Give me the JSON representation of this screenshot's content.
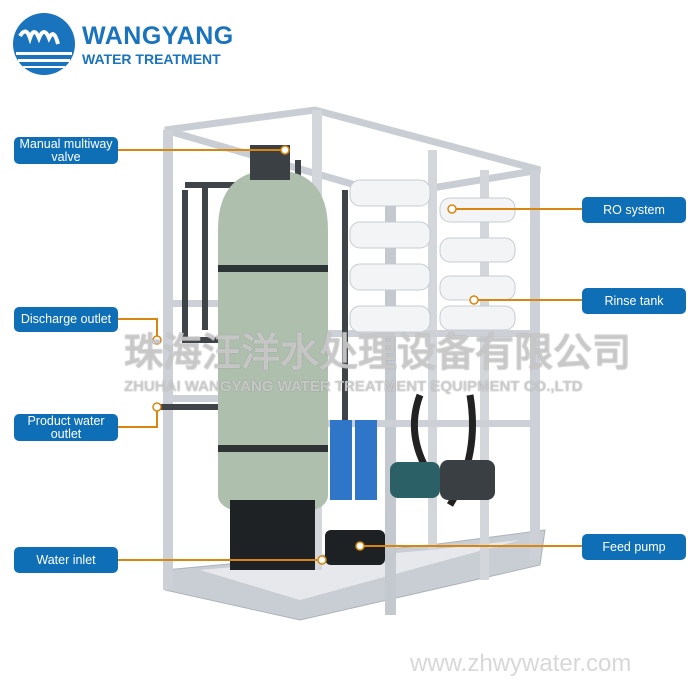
{
  "logo": {
    "brand": "WANGYANG",
    "subtitle": "WATER TREATMENT"
  },
  "labels": {
    "manual_valve": "Manual multiway valve",
    "discharge_outlet": "Discharge outlet",
    "product_water_outlet": "Product water outlet",
    "water_inlet": "Water inlet",
    "ro_system": "RO system",
    "rinse_tank": "Rinse tank",
    "feed_pump": "Feed pump"
  },
  "watermark": {
    "cn": "珠海汪洋水处理设备有限公司",
    "en": "ZHUHAI WANGYANG WATER TREATMENT EQUIPMENT CO.,LTD"
  },
  "website": "www.zhwywater.com",
  "colors": {
    "label_bg": "#0e6fb6",
    "leader": "#d8860f",
    "frame": "#c9cdd4",
    "tank": "#aebfae"
  }
}
